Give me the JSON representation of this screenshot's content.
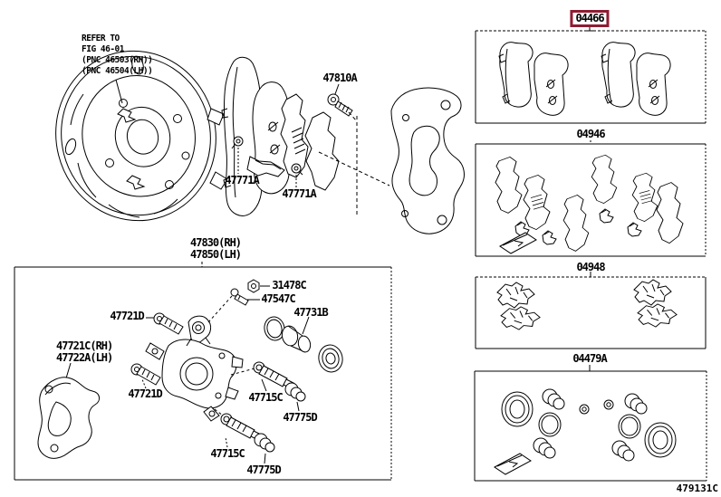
{
  "colors": {
    "highlight": "#8e1c32",
    "ink": "#000000",
    "background": "#ffffff"
  },
  "note": {
    "line1": "REFER TO",
    "line2": "FIG 46-01",
    "line3": "(PNC 46503(RH))",
    "line4": "(PNC 46504(LH))"
  },
  "labels": {
    "bolt_47810a": "47810A",
    "clip_47771a_upper": "47771A",
    "clip_47771a_lower": "47771A",
    "caliper_rh": "47830(RH)",
    "caliper_lh": "47850(LH)",
    "nut_31478c": "31478C",
    "bleeder_47547c": "47547C",
    "piston_47731b": "47731B",
    "bolt_47721d_upper": "47721D",
    "bolt_47721d_lower": "47721D",
    "bracket_rh": "47721C(RH)",
    "bracket_lh": "47722A(LH)",
    "pin_47715c_upper": "47715C",
    "boot_47775d_upper": "47775D",
    "pin_47715c_lower": "47715C",
    "boot_47775d_lower": "47775D"
  },
  "kits": {
    "pad_kit": "04466",
    "shim_kit": "04946",
    "fitting_kit": "04948",
    "cylinder_kit": "04479A"
  },
  "figure_code": "479131C"
}
